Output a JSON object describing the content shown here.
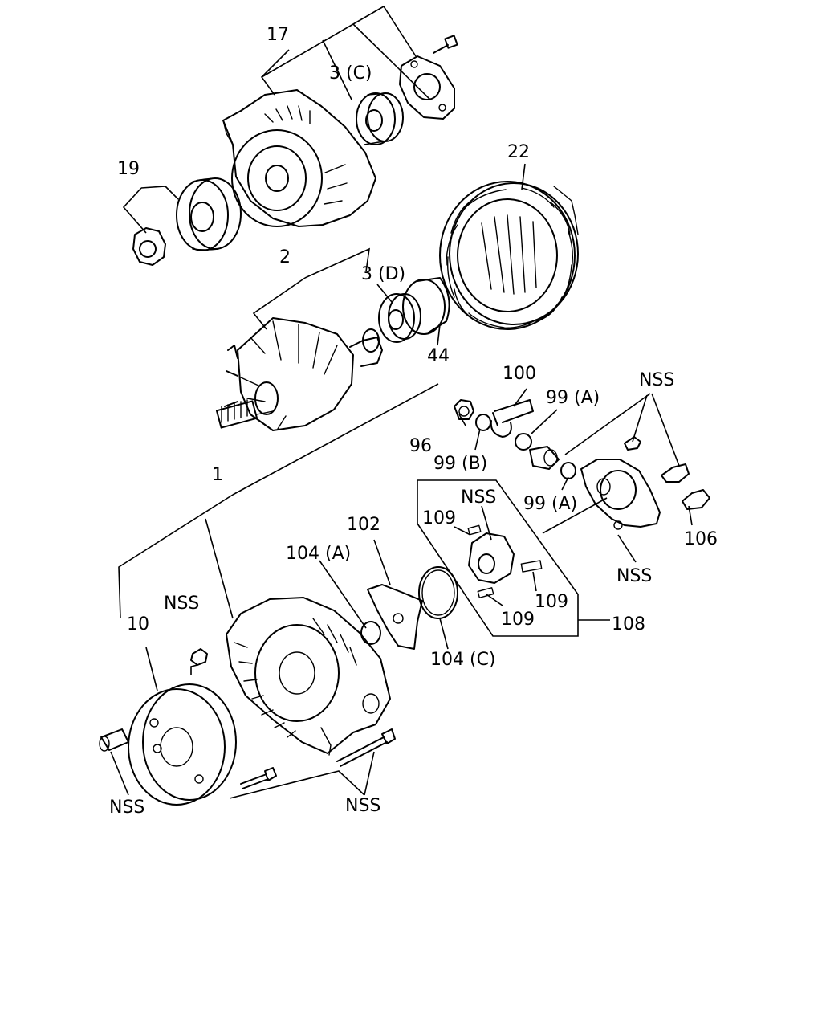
{
  "labels": {
    "p17": "17",
    "p3c": "3 (C)",
    "p19": "19",
    "p22": "22",
    "p2": "2",
    "p3d": "3 (D)",
    "p44": "44",
    "p100": "100",
    "p99a_top": "99 (A)",
    "nss_top": "NSS",
    "p96": "96",
    "p99b": "99 (B)",
    "p99a_mid": "99 (A)",
    "p106": "106",
    "p1": "1",
    "p102": "102",
    "nss_reg": "NSS",
    "p109_a": "109",
    "p109_b": "109",
    "p109_c": "109",
    "p104a": "104 (A)",
    "nss_cover": "NSS",
    "p10": "10",
    "nss_nut": "NSS",
    "p104c": "104 (C)",
    "p108": "108",
    "nss_bolt": "NSS",
    "nss_bottom": "NSS"
  }
}
